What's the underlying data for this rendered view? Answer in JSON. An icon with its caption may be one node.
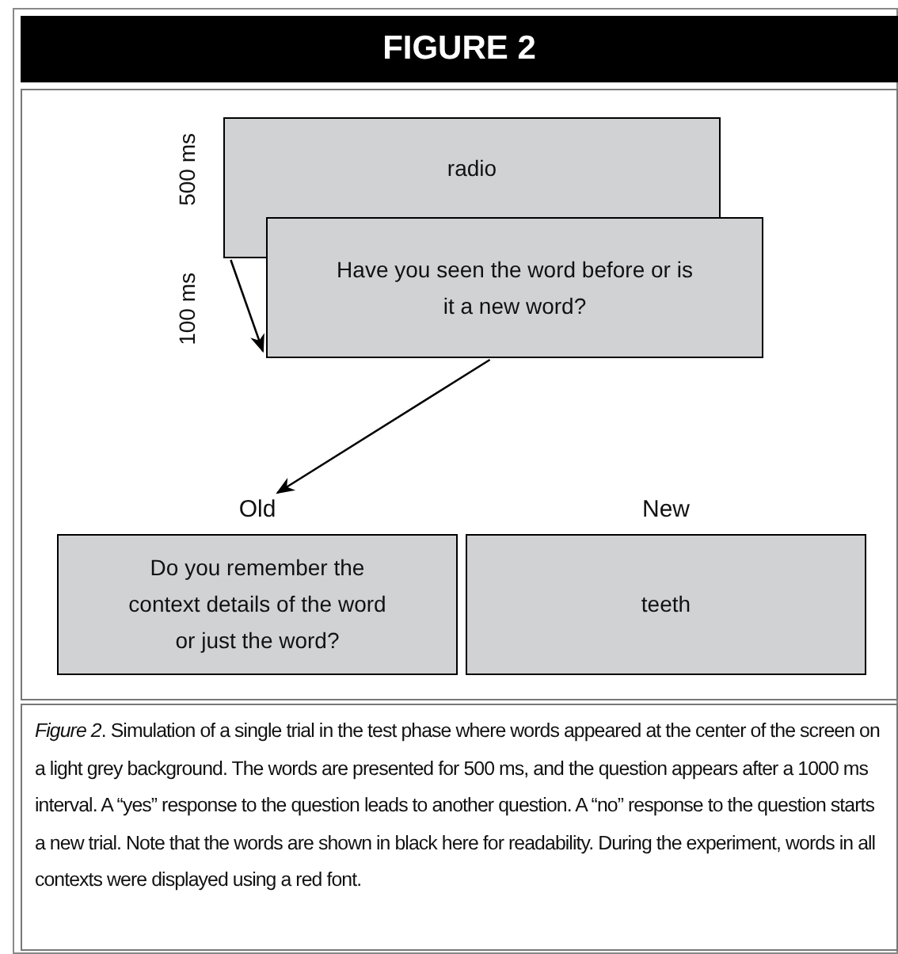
{
  "diagram": {
    "title": "FIGURE 2",
    "caption": "*Figure 2*. Simulation of a single trial in the test phase where words appeared at the center of the screen on a light grey background. The words are presented for 500 ms, and the question appears after a 1000 ms interval. A “yes” response to the question leads to another question. A “no” response to the question starts a new trial. Note that the words are shown in black here for readability. During the experiment, words in all contexts were displayed using a red font.",
    "nodes": [
      {
        "text": [
          "radio"
        ],
        "beside": [
          "500 ms"
        ]
      },
      {
        "text": [
          "Have you seen the word before or is it a new word?"
        ]
      },
      {
        "text": [
          "Old",
          "Do you remember the context details of the word or just the word?"
        ]
      },
      {
        "text": [
          "New",
          "teeth"
        ]
      }
    ],
    "edges": [
      {
        "from": 0,
        "to": 1,
        "arrow": "to",
        "label": "100 ms"
      },
      {
        "from": 1,
        "to": 2,
        "arrow": "to"
      }
    ]
  }
}
